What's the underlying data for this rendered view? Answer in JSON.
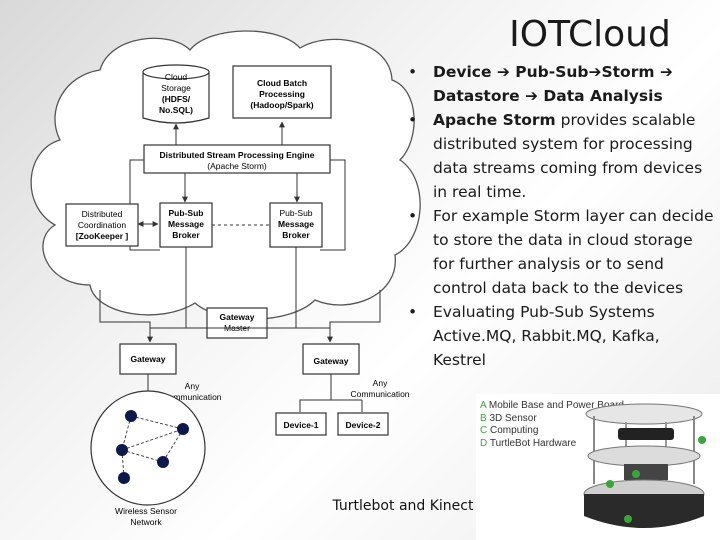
{
  "title": "IOTCloud",
  "bullets": [
    {
      "bold": "Device ➔ Pub-Sub➔Storm ➔ Datastore ➔ Data Analysis",
      "text": ""
    },
    {
      "bold": "Apache Storm",
      "text": " provides scalable distributed system for processing data streams coming from devices in real time."
    },
    {
      "bold": "",
      "text": "For example Storm layer can decide to store the data in cloud storage for further analysis or to send control data back to the devices"
    },
    {
      "bold": "",
      "text": "Evaluating Pub-Sub Systems Active.MQ, Rabbit.MQ, Kafka, Kestrel"
    }
  ],
  "diagram": {
    "cloud_storage": [
      "Cloud",
      "Storage",
      "(HDFS/",
      "No.SQL)"
    ],
    "batch": [
      "Cloud Batch",
      "Processing",
      "(Hadoop/Spark)"
    ],
    "stream": [
      "Distributed Stream Processing Engine",
      "(Apache Storm)"
    ],
    "coordination": [
      "Distributed",
      "Coordination",
      "[ZooKeeper ]"
    ],
    "broker_left": [
      "Pub-Sub",
      "Message",
      "Broker"
    ],
    "broker_right": [
      "Pub-Sub",
      "Message",
      "Broker"
    ],
    "gateway_master": [
      "Gateway",
      "Master"
    ],
    "gateway_left": "Gateway",
    "gateway_right": "Gateway",
    "comm_left": [
      "Any",
      "Communication"
    ],
    "comm_right": [
      "Any",
      "Communication"
    ],
    "device1": "Device-1",
    "device2": "Device-2",
    "wsn": [
      "Wireless Sensor",
      "Network"
    ]
  },
  "robot": {
    "caption": "Turtlebot and Kinect",
    "legend": [
      {
        "letter": "A",
        "text": "Mobile Base and Power Board"
      },
      {
        "letter": "B",
        "text": "3D Sensor"
      },
      {
        "letter": "C",
        "text": "Computing"
      },
      {
        "letter": "D",
        "text": "TurtleBot Hardware"
      }
    ]
  }
}
